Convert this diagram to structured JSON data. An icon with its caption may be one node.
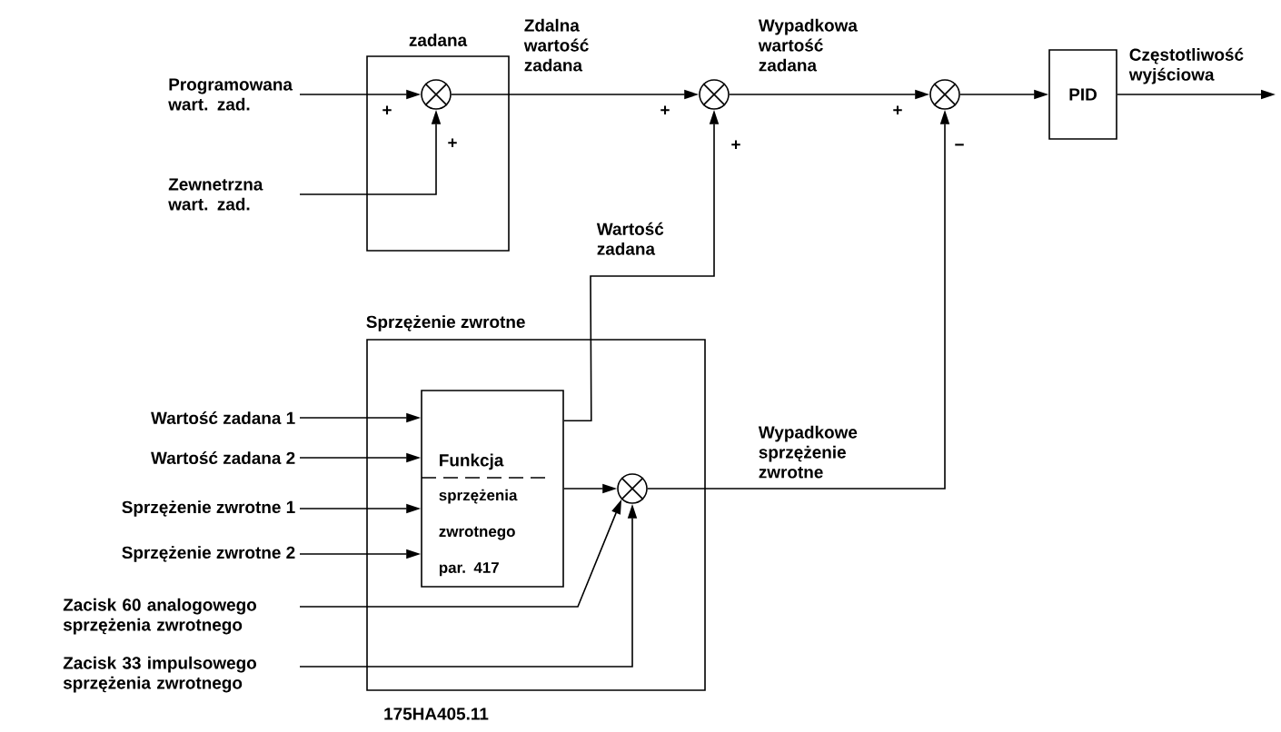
{
  "diagram": {
    "nodes": [
      {
        "text": [
          "zadana"
        ]
      },
      {
        "text": [],
        "shape": "circle",
        "in": 0
      },
      {
        "text": [
          "Programowana wart. zad."
        ]
      },
      {
        "text": [
          "Zewnetrzna wart. zad."
        ]
      },
      {
        "text": [],
        "shape": "circle"
      },
      {
        "text": [],
        "shape": "circle"
      },
      {
        "text": [
          "PID"
        ]
      },
      {
        "text": [
          "Sprzężenie zwrotne"
        ]
      },
      {
        "text": [
          "Funkcja",
          "sprzężenia zwrotnego par. 417"
        ],
        "in": 7
      },
      {
        "text": [],
        "shape": "circle",
        "in": 7
      },
      {
        "text": [
          "Wartość zadana 1"
        ]
      },
      {
        "text": [
          "Wartość zadana 2"
        ]
      },
      {
        "text": [
          "Sprzężenie zwrotne 1"
        ]
      },
      {
        "text": [
          "Sprzężenie zwrotne 2"
        ]
      },
      {
        "text": [
          "Zacisk 60 analogowego sprzężenia zwrotnego"
        ]
      },
      {
        "text": [
          "Zacisk 33 impulsowego sprzężenia zwrotnego"
        ]
      }
    ],
    "edges": [
      {
        "from": 2,
        "to": 1,
        "arrow": "to"
      },
      {
        "from": 3,
        "to": 1,
        "arrow": "to"
      },
      {
        "from": 1,
        "to": 4,
        "arrow": "to",
        "label": "Zdalna wartość zadana"
      },
      {
        "from": 8,
        "to": 4,
        "arrow": "to",
        "label": "Wartość zadana"
      },
      {
        "from": 4,
        "to": 5,
        "arrow": "to",
        "label": "Wypadkowa wartość zadana"
      },
      {
        "from": 9,
        "to": 5,
        "arrow": "to",
        "label": "Wypadkowe sprzężenie zwrotne"
      },
      {
        "from": 5,
        "to": 6,
        "arrow": "to"
      },
      {
        "from": 6,
        "to": null,
        "arrow": "to",
        "label": "Częstotliwość wyjściowa"
      },
      {
        "from": 10,
        "to": 8,
        "arrow": "to"
      },
      {
        "from": 11,
        "to": 8,
        "arrow": "to"
      },
      {
        "from": 12,
        "to": 8,
        "arrow": "to"
      },
      {
        "from": 13,
        "to": 8,
        "arrow": "to"
      },
      {
        "from": 8,
        "to": 9,
        "arrow": "to"
      },
      {
        "from": 14,
        "to": 9,
        "arrow": "to"
      },
      {
        "from": 15,
        "to": 9,
        "arrow": "to"
      }
    ],
    "labels": [
      "+",
      "+",
      "+",
      "+",
      "+",
      "−",
      "175HA405.11"
    ]
  }
}
